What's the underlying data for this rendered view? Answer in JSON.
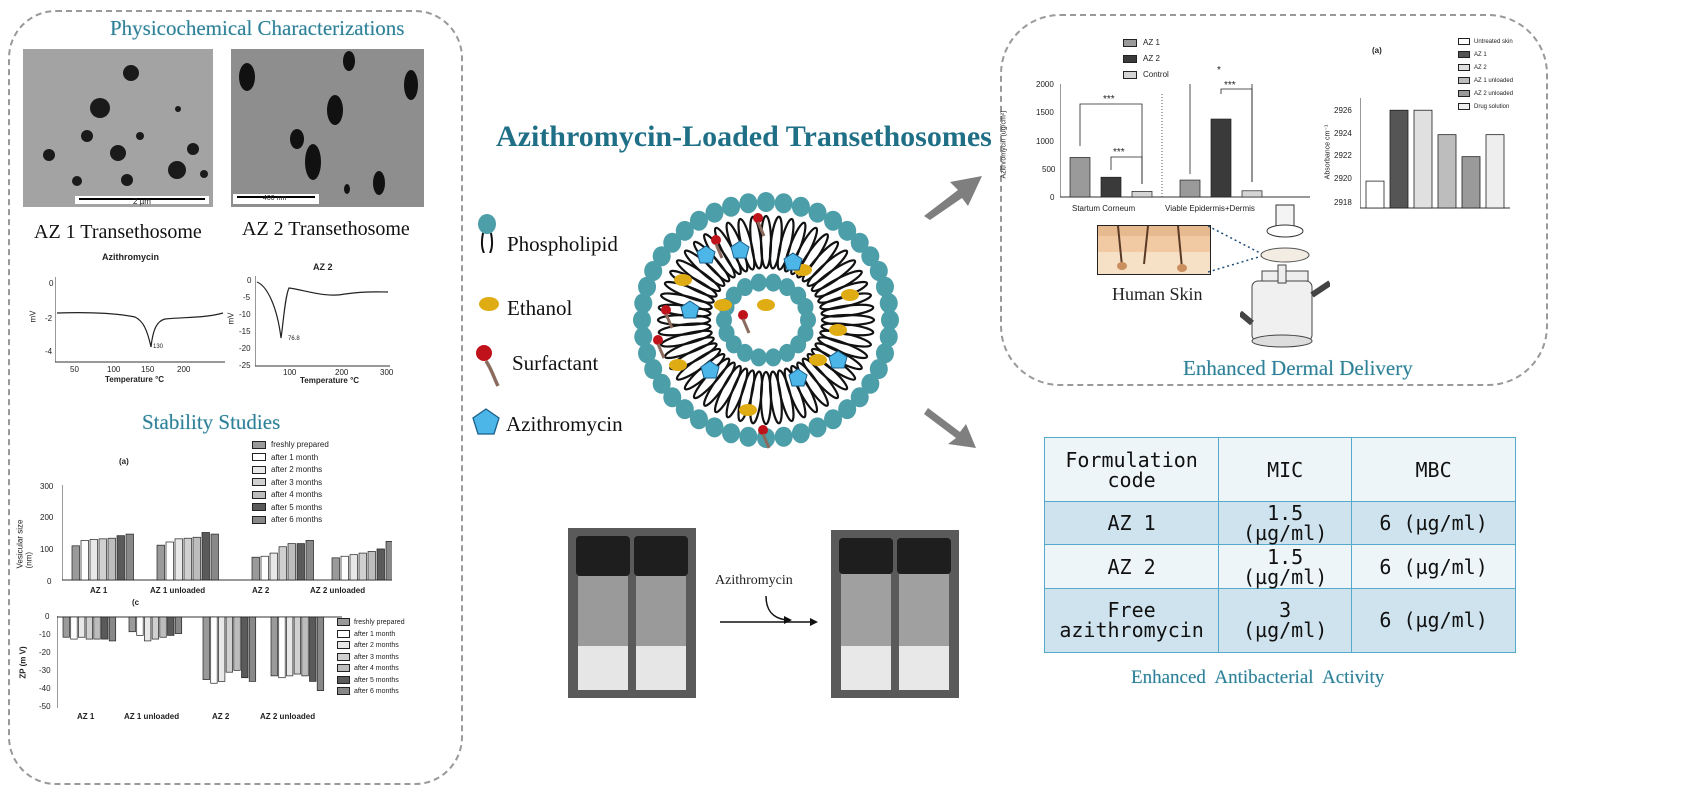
{
  "main_title": "Azithromycin-Loaded Transethosomes",
  "left_panel": {
    "title": "Physicochemical Characterizations",
    "em_images": [
      {
        "caption": "AZ  1 Transethosome",
        "scale_bar": "2 µm"
      },
      {
        "caption": "AZ  2  Transethosome",
        "scale_bar": "400 nm"
      }
    ],
    "dsc": [
      {
        "title": "Azithromycin",
        "ylabel": "mV",
        "xlabel": "Temperature °C",
        "peak": "130",
        "yticks": [
          "0",
          "-2",
          "-4"
        ],
        "xticks": [
          "50",
          "100",
          "150",
          "200"
        ]
      },
      {
        "title": "AZ 2",
        "ylabel": "mV",
        "xlabel": "Temperature °C",
        "peak": "76.8",
        "yticks": [
          "0",
          "-5",
          "-10",
          "-15",
          "-20",
          "-25"
        ],
        "xticks": [
          "100",
          "200",
          "300"
        ]
      }
    ],
    "stability_title": "Stability Studies",
    "size_chart": {
      "label": "(a)",
      "ylabel": "Vesicular size\n(nm)",
      "yticks": [
        "300",
        "200",
        "100",
        "0"
      ],
      "groups": [
        "AZ 1",
        "AZ 1 unloaded",
        "AZ 2",
        "AZ 2 unloaded"
      ],
      "legend": [
        "freshly prepared",
        "after 1 month",
        "after 2 months",
        "after 3 months",
        "after 4 months",
        "after 5 months",
        "after 6 months"
      ]
    },
    "zp_chart": {
      "label": "(c",
      "ylabel": "ZP (m V)",
      "yticks": [
        "0",
        "-10",
        "-20",
        "-30",
        "-40",
        "-50"
      ],
      "groups": [
        "AZ 1",
        "AZ 1 unloaded",
        "AZ 2",
        "AZ 2 unloaded"
      ],
      "legend": [
        "freshly prepared",
        "after 1 month",
        "after 2 months",
        "after 3 months",
        "after 4 months",
        "after 5 months",
        "after 6 months"
      ]
    }
  },
  "legend_items": [
    "Phospholipid",
    "Ethanol",
    "Surfactant",
    "Azithromycin"
  ],
  "vials": {
    "arrow_label": "Azithromycin"
  },
  "right_panel": {
    "title": "Enhanced Dermal Delivery",
    "skin_label": "Human Skin",
    "bar_chart": {
      "ylabel": "Azithromycin (ug/cm²)",
      "yticks": [
        "2000",
        "1500",
        "1000",
        "500",
        "0"
      ],
      "groups": [
        "Startum Corneum",
        "Viable Epidermis+Dermis"
      ],
      "legend": [
        "AZ 1",
        "AZ 2",
        "Control"
      ],
      "sig": [
        "***",
        "***",
        "*",
        "***"
      ]
    },
    "ir_chart": {
      "label": "(a)",
      "ylabel": "Absorbance cm⁻¹",
      "yticks": [
        "2926",
        "2924",
        "2922",
        "2920",
        "2918"
      ],
      "legend": [
        "Untreated skin",
        "AZ 1",
        "AZ 2",
        "AZ 1 unloaded",
        "AZ 2 unloaded",
        "Drug solution"
      ]
    }
  },
  "table": {
    "headers": [
      "Formulation\ncode",
      "MIC",
      "MBC"
    ],
    "rows": [
      {
        "code": "AZ 1",
        "mic": "1.5\n(µg/ml)",
        "mbc": "6 (µg/ml)"
      },
      {
        "code": "AZ 2",
        "mic": "1.5\n(µg/ml)",
        "mbc": "6 (µg/ml)"
      },
      {
        "code": "Free\nazithromycin",
        "mic": "3\n(µg/ml)",
        "mbc": "6 (µg/ml)"
      }
    ],
    "title": "Enhanced  Antibacterial  Activity"
  },
  "chart_data": [
    {
      "type": "bar",
      "title": "",
      "ylabel": "Vesicular size (nm)",
      "categories": [
        "AZ 1",
        "AZ 1 unloaded",
        "AZ 2",
        "AZ 2 unloaded"
      ],
      "ylim": [
        0,
        300
      ],
      "series": [
        {
          "name": "freshly prepared",
          "values": [
            108,
            110,
            72,
            70
          ]
        },
        {
          "name": "after 1 month",
          "values": [
            125,
            120,
            75,
            75
          ]
        },
        {
          "name": "after 2 months",
          "values": [
            128,
            130,
            85,
            80
          ]
        },
        {
          "name": "after 3 months",
          "values": [
            130,
            132,
            105,
            85
          ]
        },
        {
          "name": "after 4 months",
          "values": [
            132,
            135,
            115,
            90
          ]
        },
        {
          "name": "after 5 months",
          "values": [
            140,
            150,
            115,
            98
          ]
        },
        {
          "name": "after 6 months",
          "values": [
            145,
            145,
            125,
            122
          ]
        }
      ]
    },
    {
      "type": "bar",
      "title": "",
      "ylabel": "ZP (m V)",
      "categories": [
        "AZ 1",
        "AZ 1 unloaded",
        "AZ 2",
        "AZ 2 unloaded"
      ],
      "ylim": [
        -50,
        0
      ],
      "series": [
        {
          "name": "freshly prepared",
          "values": [
            -11,
            -8,
            -34,
            -32
          ]
        },
        {
          "name": "after 1 month",
          "values": [
            -12,
            -10,
            -36,
            -33
          ]
        },
        {
          "name": "after 2 months",
          "values": [
            -11,
            -13,
            -35,
            -32
          ]
        },
        {
          "name": "after 3 months",
          "values": [
            -12,
            -12,
            -30,
            -31
          ]
        },
        {
          "name": "after 4 months",
          "values": [
            -12,
            -11,
            -29,
            -32
          ]
        },
        {
          "name": "after 5 months",
          "values": [
            -12,
            -10,
            -33,
            -35
          ]
        },
        {
          "name": "after 6 months",
          "values": [
            -13,
            -9,
            -35,
            -40
          ]
        }
      ]
    },
    {
      "type": "bar",
      "title": "",
      "ylabel": "Azithromycin (ug/cm²)",
      "categories": [
        "Startum Corneum",
        "Viable Epidermis+Dermis"
      ],
      "ylim": [
        0,
        2000
      ],
      "series": [
        {
          "name": "AZ 1",
          "values": [
            700,
            300
          ]
        },
        {
          "name": "AZ 2",
          "values": [
            350,
            1380
          ]
        },
        {
          "name": "Control",
          "values": [
            100,
            110
          ]
        }
      ]
    },
    {
      "type": "bar",
      "title": "",
      "ylabel": "Absorbance cm⁻¹",
      "categories": [
        "Untreated skin",
        "AZ 1",
        "AZ 2",
        "AZ 1 unloaded",
        "AZ 2 unloaded",
        "Drug solution"
      ],
      "ylim": [
        2918,
        2927
      ],
      "values": [
        2920.2,
        2926,
        2926,
        2924,
        2922.2,
        2924
      ]
    }
  ]
}
